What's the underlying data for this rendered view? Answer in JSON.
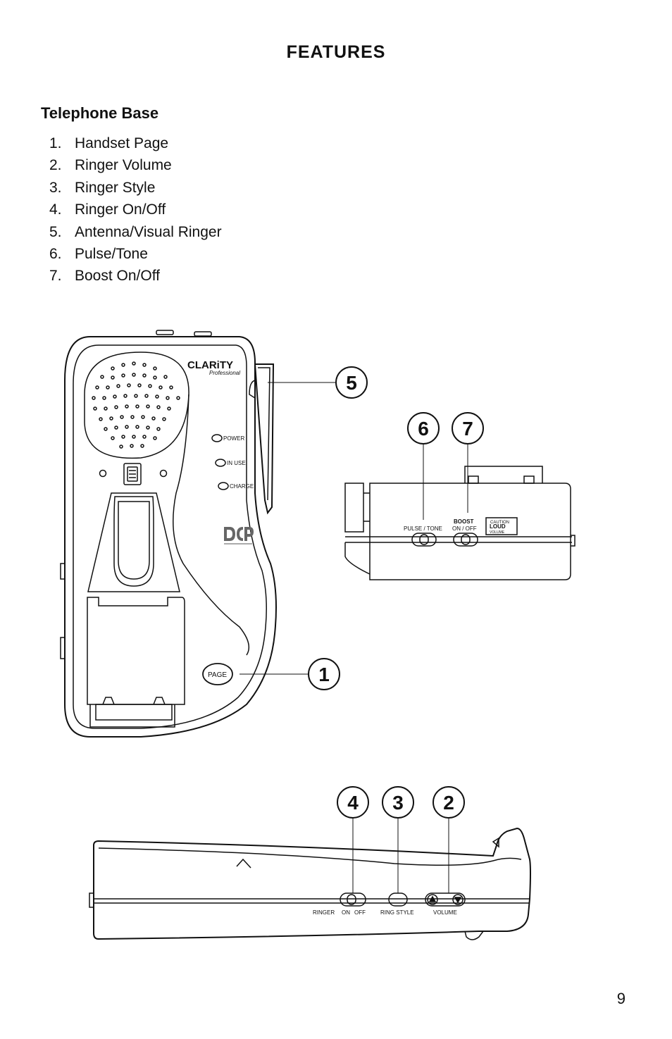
{
  "page": {
    "title": "FEATURES",
    "section_title": "Telephone Base",
    "page_number": "9"
  },
  "features": [
    {
      "num": "1.",
      "label": "Handset Page"
    },
    {
      "num": "2.",
      "label": "Ringer Volume"
    },
    {
      "num": "3.",
      "label": "Ringer Style"
    },
    {
      "num": "4.",
      "label": "Ringer On/Off"
    },
    {
      "num": "5.",
      "label": "Antenna/Visual Ringer"
    },
    {
      "num": "6.",
      "label": "Pulse/Tone"
    },
    {
      "num": "7.",
      "label": "Boost On/Off"
    }
  ],
  "diagram": {
    "brand": "CLARiTY",
    "brand_sub": "Professional",
    "indicators": [
      "POWER",
      "IN USE",
      "CHARGE"
    ],
    "page_button": "PAGE",
    "callouts": {
      "c1": "1",
      "c2": "2",
      "c3": "3",
      "c4": "4",
      "c5": "5",
      "c6": "6",
      "c7": "7"
    },
    "back_panel": {
      "pulse_tone": "PULSE / TONE",
      "boost": "BOOST",
      "boost_on_off": "ON / OFF",
      "caution": "CAUTION",
      "loud": "LOUD",
      "volume": "VOLUME"
    },
    "side_panel": {
      "ringer": "RINGER",
      "on": "ON",
      "off": "OFF",
      "ring_style": "RING STYLE",
      "volume": "VOLUME"
    }
  }
}
